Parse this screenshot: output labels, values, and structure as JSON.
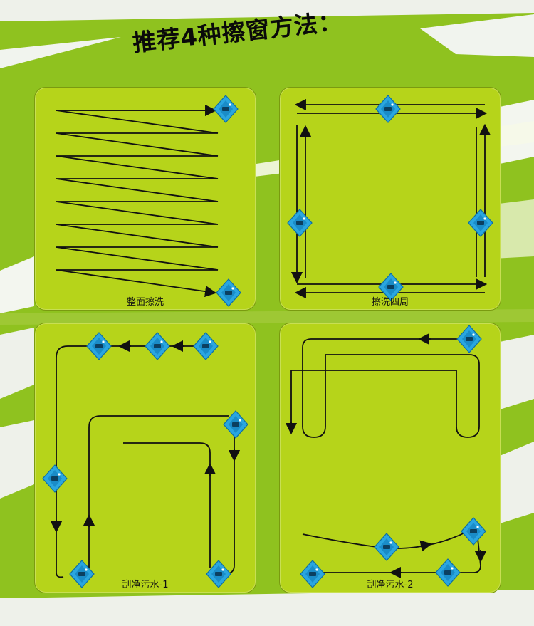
{
  "title": "推荐4种擦窗方法：",
  "colors": {
    "background": "#8fc21f",
    "panel": "#b6d41a",
    "robot": "#2aa6e0",
    "line": "#111111",
    "streak": "#ffffff"
  },
  "methods": [
    {
      "label": "整面擦洗",
      "pattern": "zigzag",
      "icon": "window-robot-icon"
    },
    {
      "label": "擦洗四周",
      "pattern": "perimeter",
      "icon": "window-robot-icon"
    },
    {
      "label": "刮净污水-1",
      "pattern": "squeegee-1",
      "icon": "window-robot-icon"
    },
    {
      "label": "刮净污水-2",
      "pattern": "squeegee-2",
      "icon": "window-robot-icon"
    }
  ]
}
